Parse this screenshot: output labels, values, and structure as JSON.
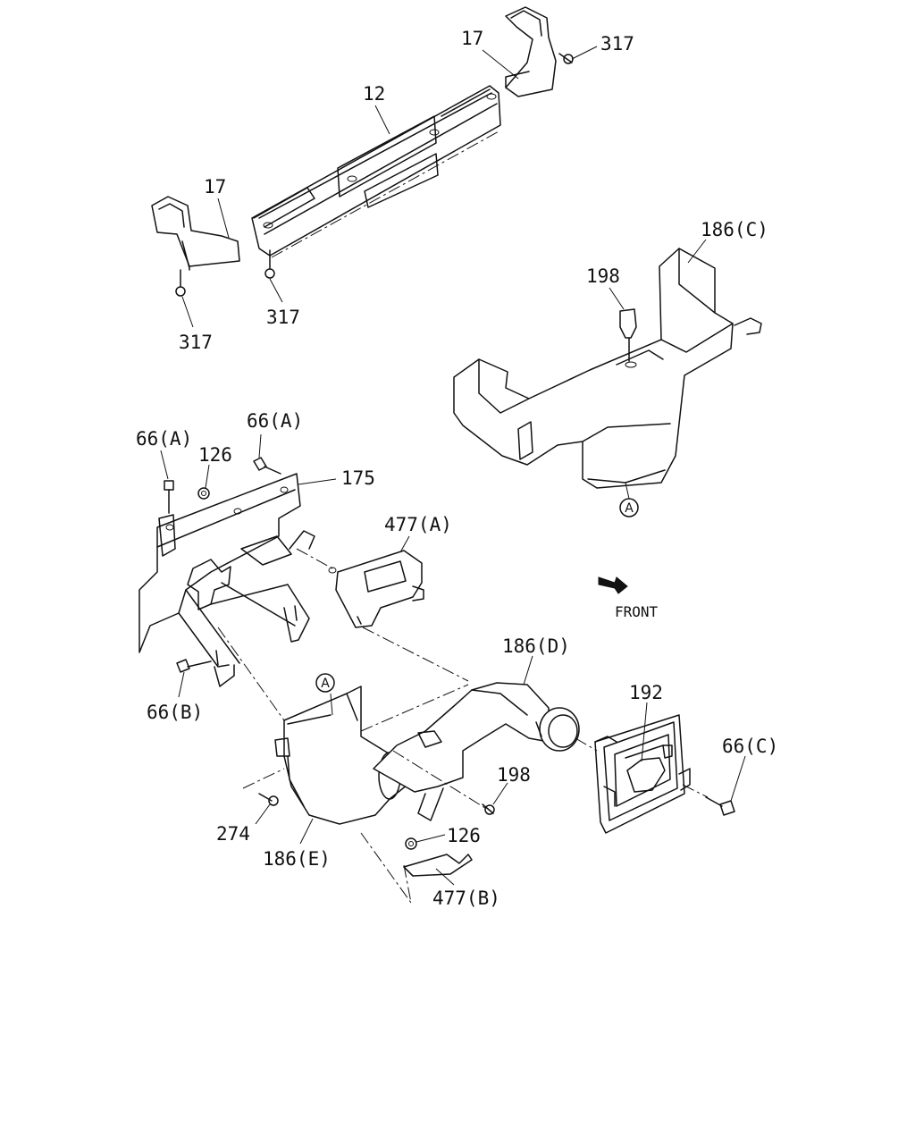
{
  "callouts": {
    "p17_top": "17",
    "p317_top": "317",
    "p12": "12",
    "p17_left": "17",
    "p317_mid": "317",
    "p317_left": "317",
    "p186c": "186(C)",
    "p198_top": "198",
    "p66a_left": "66(A)",
    "p66a_mid": "66(A)",
    "p126_top": "126",
    "p175": "175",
    "p477a": "477(A)",
    "p186d": "186(D)",
    "p192": "192",
    "p66c": "66(C)",
    "p66b": "66(B)",
    "p198_bot": "198",
    "p274": "274",
    "p126_bot": "126",
    "p186e": "186(E)",
    "p477b": "477(B)"
  },
  "markers": {
    "ref_a_right": "A",
    "ref_a_left": "A"
  },
  "direction": {
    "front_label": "FRONT"
  },
  "icons": {
    "front_arrow": "front-direction-arrow-icon"
  }
}
